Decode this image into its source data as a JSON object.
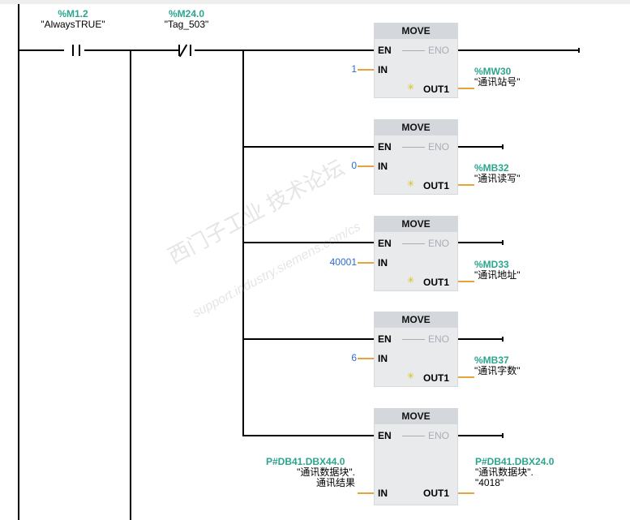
{
  "contacts": [
    {
      "address": "%M1.2",
      "tag": "\"AlwaysTRUE\"",
      "type": "NO"
    },
    {
      "address": "%M24.0",
      "tag": "\"Tag_503\"",
      "type": "NC"
    }
  ],
  "blocks": [
    {
      "title": "MOVE",
      "en": "EN",
      "eno": "ENO",
      "in_pin": "IN",
      "out_pin": "OUT1",
      "in_value": "1",
      "out_address": "%MW30",
      "out_tag": "\"通讯站号\""
    },
    {
      "title": "MOVE",
      "en": "EN",
      "eno": "ENO",
      "in_pin": "IN",
      "out_pin": "OUT1",
      "in_value": "0",
      "out_address": "%MB32",
      "out_tag": "\"通讯读写\""
    },
    {
      "title": "MOVE",
      "en": "EN",
      "eno": "ENO",
      "in_pin": "IN",
      "out_pin": "OUT1",
      "in_value": "40001",
      "out_address": "%MD33",
      "out_tag": "\"通讯地址\""
    },
    {
      "title": "MOVE",
      "en": "EN",
      "eno": "ENO",
      "in_pin": "IN",
      "out_pin": "OUT1",
      "in_value": "6",
      "out_address": "%MB37",
      "out_tag": "\"通讯字数\""
    },
    {
      "title": "MOVE",
      "en": "EN",
      "eno": "ENO",
      "in_pin": "IN",
      "out_pin": "OUT1",
      "in_address": "P#DB41.DBX44.0",
      "in_tag_line1": "\"通讯数据块\".",
      "in_tag_line2": "通讯结果",
      "out_address": "P#DB41.DBX24.0",
      "out_tag_line1": "\"通讯数据块\".",
      "out_tag_line2": "\"4018\""
    }
  ],
  "watermark": {
    "text1": "西门子工业 技术论坛",
    "text2": "support.industry.siemens.com/cs"
  }
}
